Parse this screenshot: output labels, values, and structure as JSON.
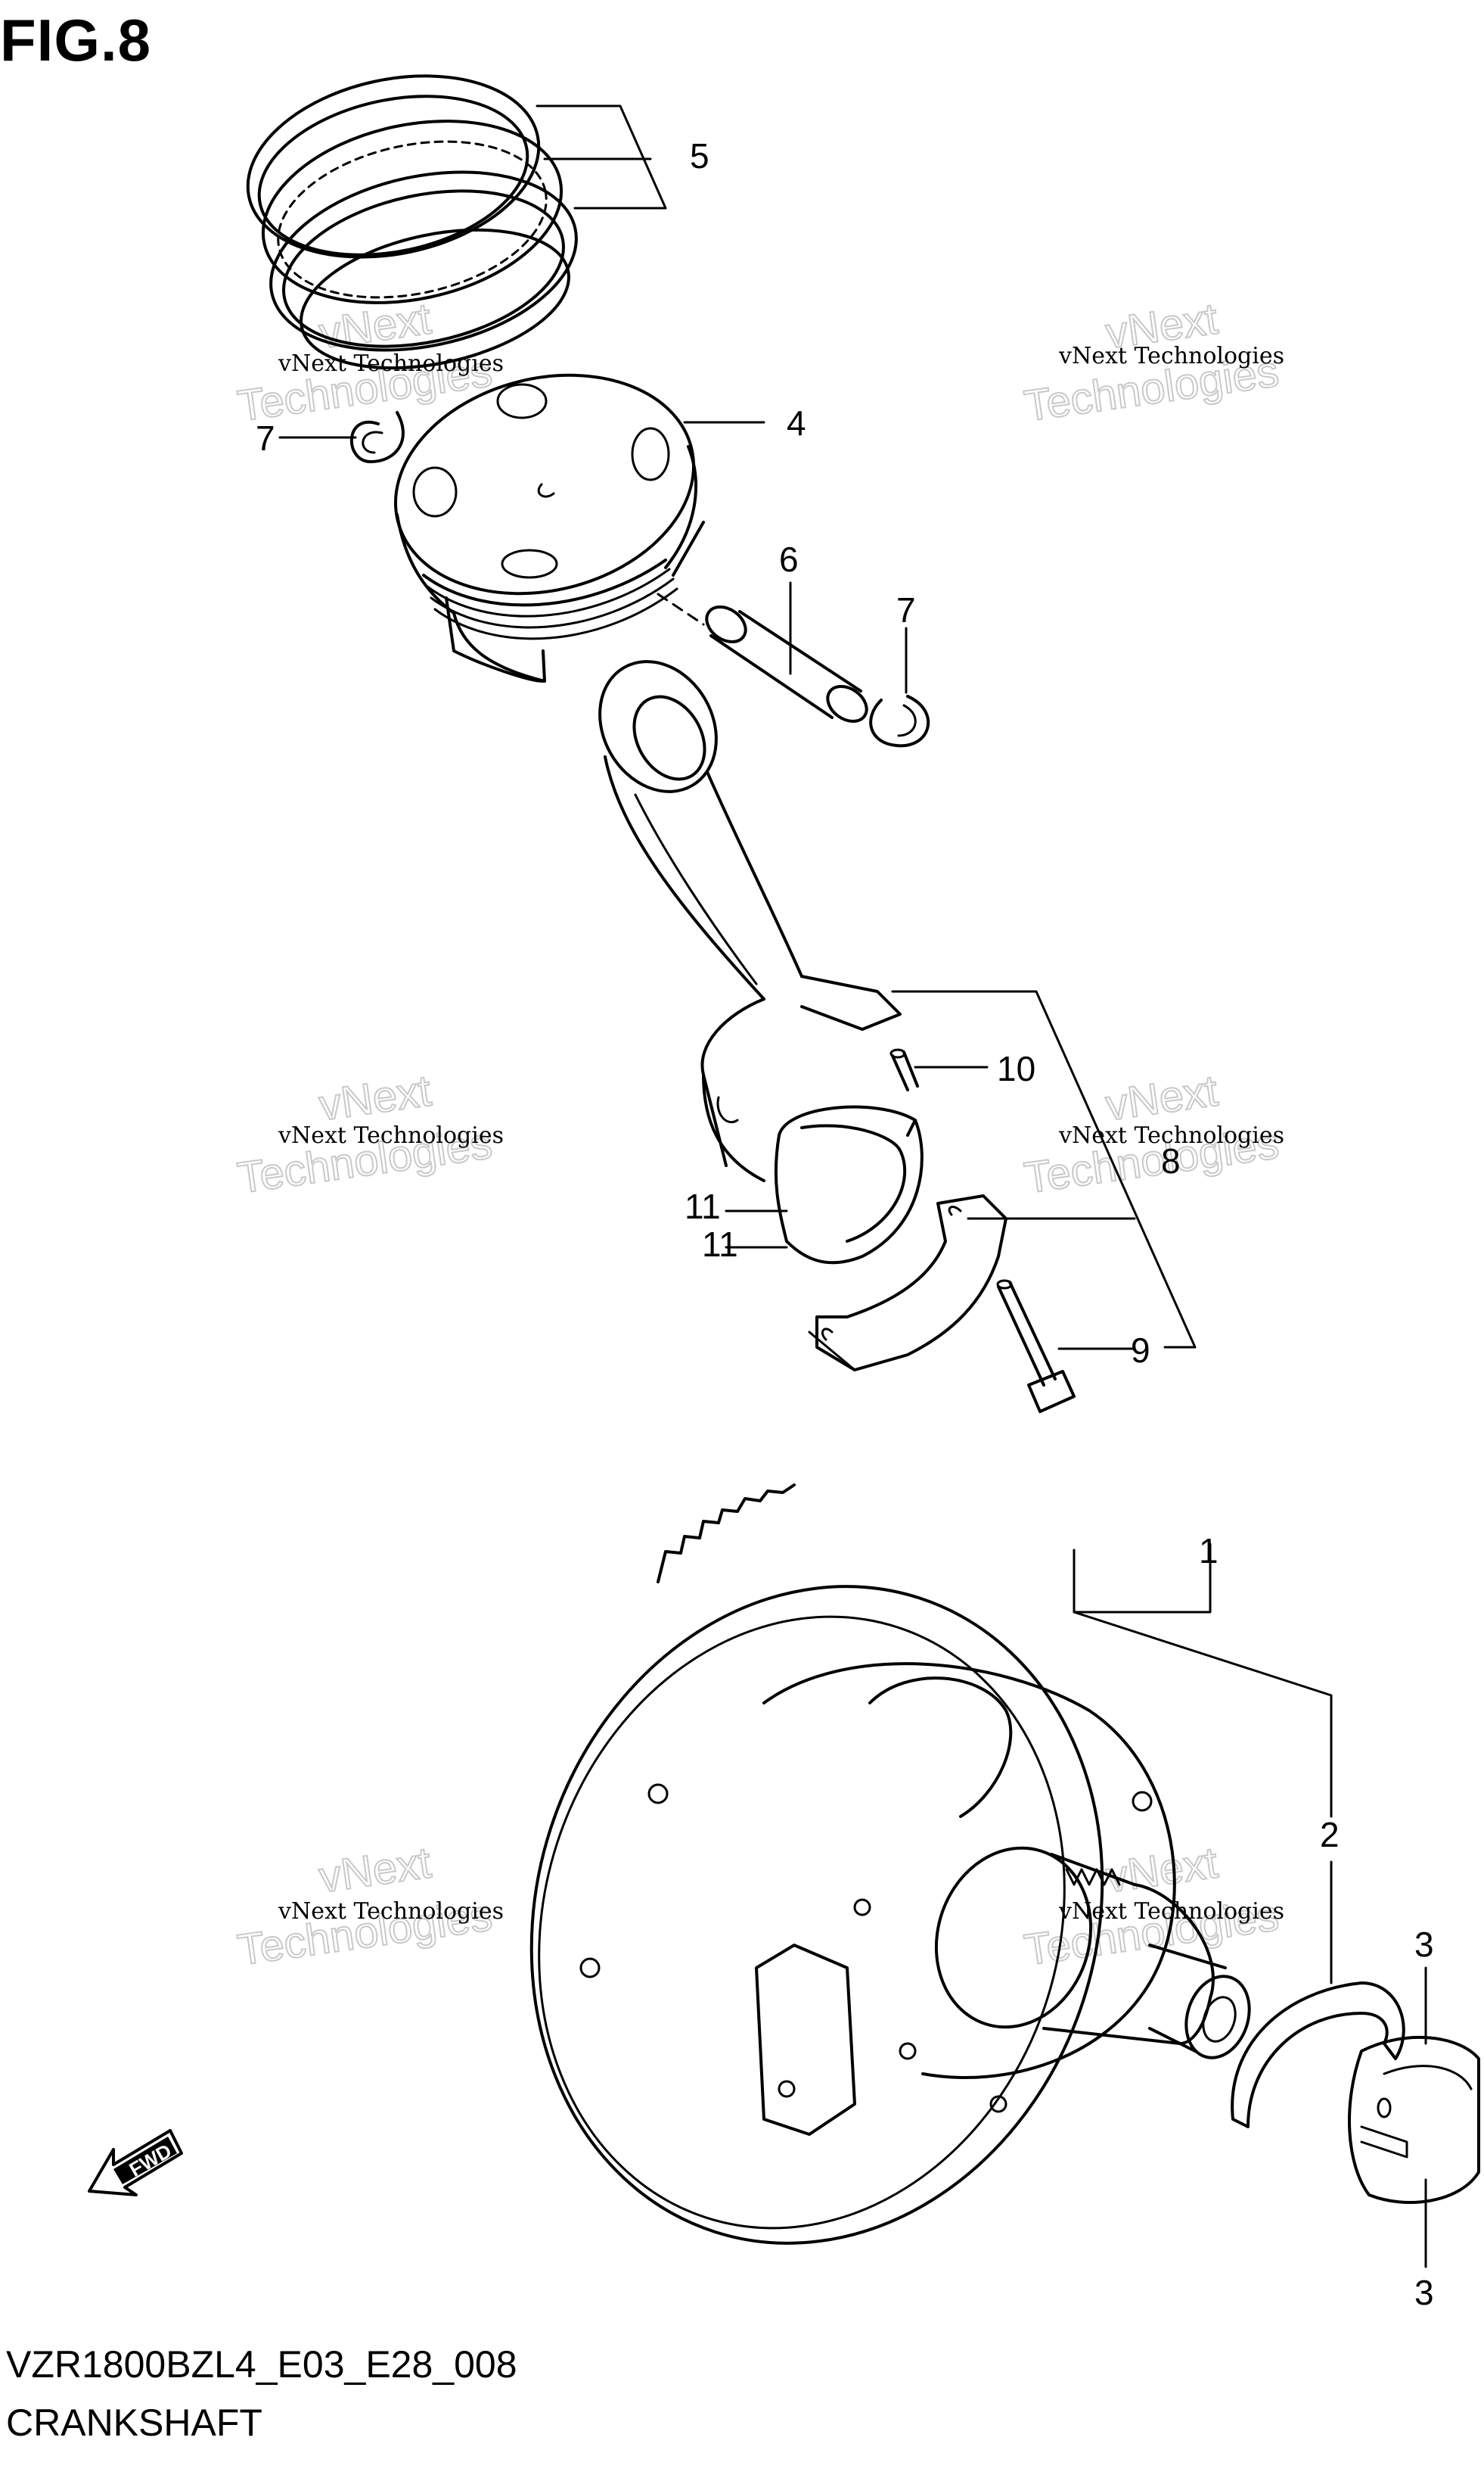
{
  "figure": {
    "title": "FIG.8"
  },
  "footer": {
    "code": "VZR1800BZL4_E03_E28_008",
    "name": "CRANKSHAFT"
  },
  "callouts": [
    "5",
    "4",
    "7",
    "6",
    "7",
    "10",
    "8",
    "11",
    "11",
    "9",
    "1",
    "2",
    "3",
    "3"
  ],
  "watermark": {
    "line1": "vNext Technologies",
    "line2": "vNext",
    "line3": "Technologies"
  },
  "fwd_arrow": {
    "label": "FWD",
    "icon": "fwd-arrow-icon"
  }
}
